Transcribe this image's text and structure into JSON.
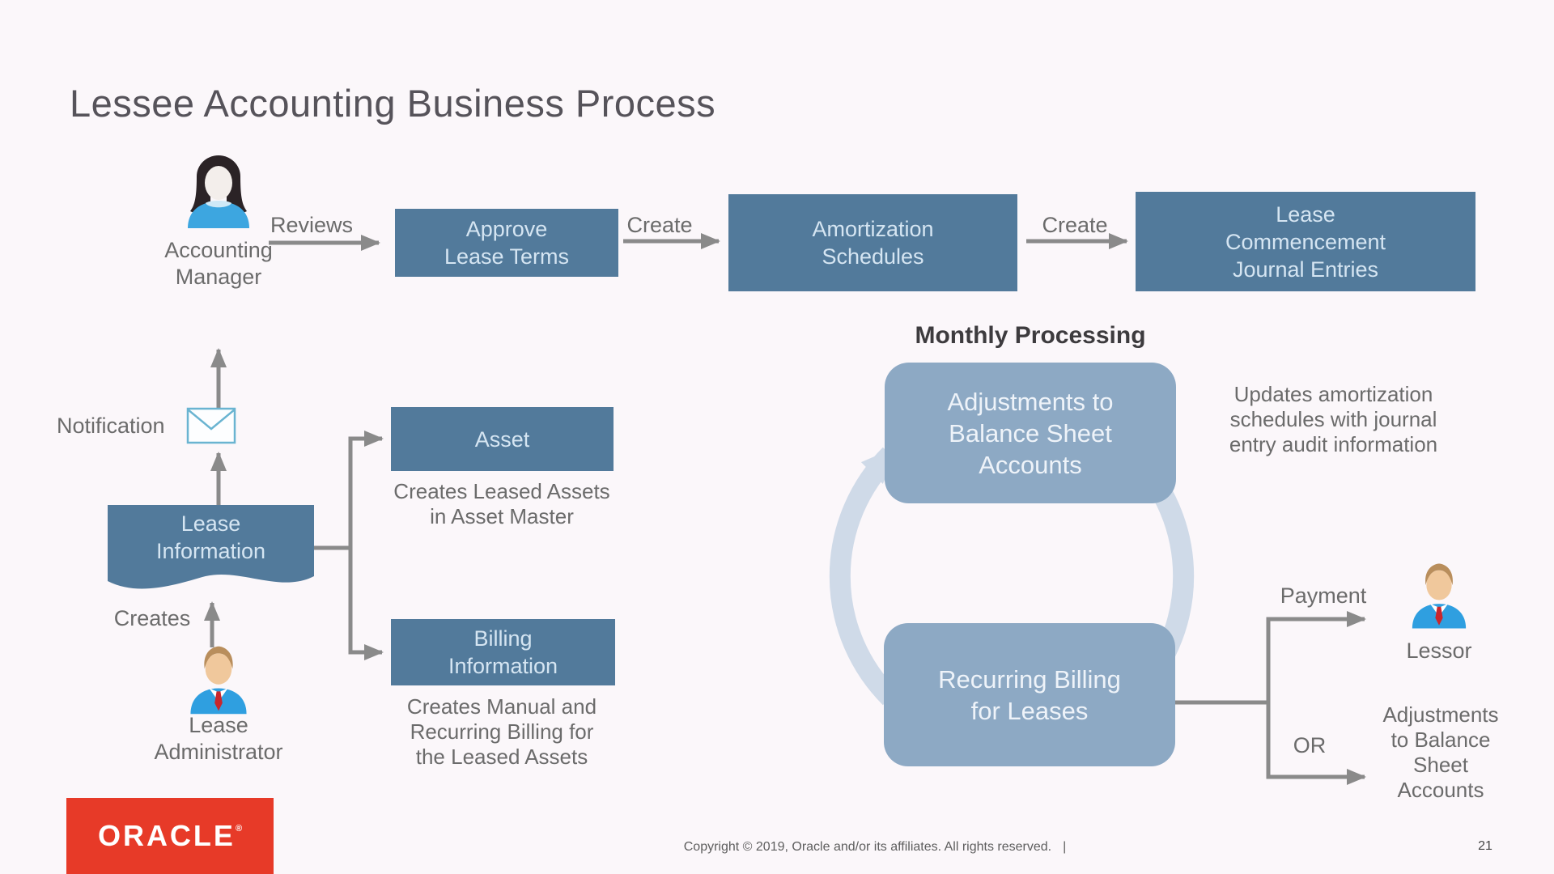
{
  "slide": {
    "title": "Lessee Accounting Business Process",
    "footer_text": "Copyright © 2019, Oracle and/or its affiliates. All rights reserved.",
    "footer_pipe": "|",
    "page_number": "21",
    "logo_text": "ORACLE",
    "logo_mark": "®"
  },
  "colors": {
    "background": "#fbf7fa",
    "box_dark": "#527a9b",
    "box_dark_text": "#d5e5f2",
    "box_round": "#8da9c4",
    "cycle_ring": "#cfdae8",
    "arrow_gray": "#8a8a8a",
    "oracle_red": "#e73a28",
    "envelope_blue": "#6ab4d1"
  },
  "top_flow": {
    "actor_label": {
      "line1": "Accounting",
      "line2": "Manager"
    },
    "reviews_label": "Reviews",
    "approve_box": {
      "line1": "Approve",
      "line2": "Lease Terms"
    },
    "create1_label": "Create",
    "amortization_box": {
      "line1": "Amortization",
      "line2": "Schedules"
    },
    "create2_label": "Create",
    "commencement_box": {
      "line1": "Lease",
      "line2": "Commencement",
      "line3": "Journal Entries"
    }
  },
  "left_flow": {
    "notification_label": "Notification",
    "lease_info_box": {
      "line1": "Lease",
      "line2": "Information"
    },
    "creates_label": "Creates",
    "administrator_label": {
      "line1": "Lease",
      "line2": "Administrator"
    }
  },
  "middle_flow": {
    "asset_box": "Asset",
    "asset_desc": {
      "line1": "Creates Leased Assets",
      "line2": "in Asset Master"
    },
    "billing_box": {
      "line1": "Billing",
      "line2": "Information"
    },
    "billing_desc": {
      "line1": "Creates Manual and",
      "line2": "Recurring Billing for",
      "line3": "the Leased Assets"
    }
  },
  "monthly": {
    "heading": "Monthly Processing",
    "adjustments_box": {
      "line1": "Adjustments to",
      "line2": "Balance Sheet",
      "line3": "Accounts"
    },
    "updates_note": {
      "line1": "Updates amortization",
      "line2": "schedules with journal",
      "line3": "entry audit information"
    },
    "recurring_box": {
      "line1": "Recurring Billing",
      "line2": "for Leases"
    }
  },
  "right_flow": {
    "payment_label": "Payment",
    "lessor_label": "Lessor",
    "or_label": "OR",
    "adjustments_text": {
      "line1": "Adjustments",
      "line2": "to Balance",
      "line3": "Sheet",
      "line4": "Accounts"
    }
  }
}
